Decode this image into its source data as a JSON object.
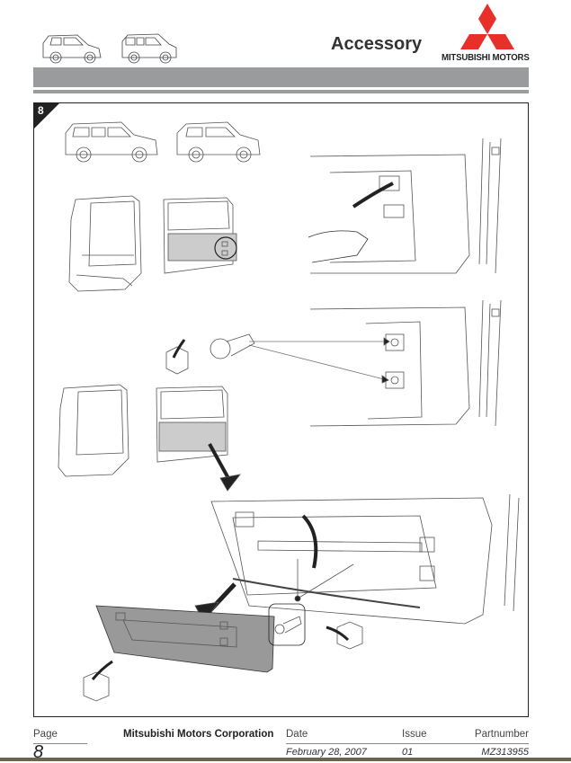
{
  "header": {
    "title": "Accessory",
    "brand": "MITSUBISHI MOTORS",
    "brand_color": "#e8302a",
    "band_color": "#9a9b9d"
  },
  "step": {
    "number": "8",
    "illustration_panels": [
      "vehicle-variants-5door-3door",
      "open-tailgate-with-highlighted-panel",
      "remove-cover-by-hand",
      "remove-bolts-arrows",
      "bolt-part-into-box",
      "tailgate-panel-removal-arrow",
      "remove-trim-panel-with-screw",
      "screw-detail-callout",
      "panel-into-box"
    ]
  },
  "footer": {
    "page_label": "Page",
    "page_value": "8",
    "company": "Mitsubishi Motors Corporation",
    "date_label": "Date",
    "date_value": "February 28, 2007",
    "issue_label": "Issue",
    "issue_value": "01",
    "part_label": "Partnumber",
    "part_value": "MZ313955"
  }
}
